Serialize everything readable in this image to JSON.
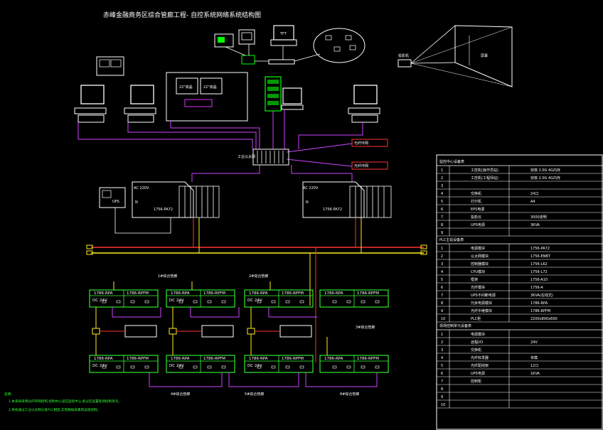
{
  "drawing": {
    "title": "赤峰金融商务区综合管廊工程- 自控系统网络系统结构图"
  },
  "labels": {
    "tft": "TFT",
    "projector": "投影机",
    "screen": "屏幕",
    "ups": "UPS",
    "ac_left": "AC 220V",
    "ac_right": "AC 220V",
    "ac_n_left": "N",
    "ac_n_right": "N",
    "plc_left": "1756-PA72",
    "plc_right": "1756-PA72",
    "switch": "工业以太网",
    "monitor_a": "22\"液晶",
    "monitor_b": "22\"液晶",
    "fiber_top": "光纤环网",
    "fiber_mid": "光纤环网"
  },
  "sections": {
    "s1": "1#综合管廊",
    "s2": "2#综合管廊",
    "s3": "3#综合管廊",
    "s4": "4#综合管廊",
    "s5": "5#综合管廊",
    "s6": "6#综合管廊"
  },
  "io_top": [
    {
      "left": "1786-RPA",
      "right": "1786-RPFM",
      "dc": "DC 24V"
    },
    {
      "left": "1786-RPA",
      "right": "1786-RPFM",
      "dc": "DC 24V"
    },
    {
      "left": "1786-RPA",
      "right": "1786-RPFM",
      "dc": "DC 24V"
    },
    {
      "left": "1786-RPA",
      "right": "1786-RPFM",
      "dc": ""
    }
  ],
  "io_bottom": [
    {
      "left": "1786-RPA",
      "right": "1786-RPFM",
      "dc": "DC 24V"
    },
    {
      "left": "1786-RPA",
      "right": "1786-RPFM",
      "dc": "DC 24V"
    },
    {
      "left": "1786-RPA",
      "right": "1786-RPFM",
      "dc": "DC 24V"
    },
    {
      "left": "1786-RPA",
      "right": "1786-RPFM",
      "dc": ""
    }
  ],
  "notes": {
    "heading": "说明:",
    "lines": [
      "1.本系统采用光纤环网结构,控制中心设在监控中心,各分区设置现场控制单元。",
      "2.系统通过工业以太网与各PLC相连,实现数据采集和远程控制。"
    ]
  },
  "table": {
    "section1_title": "监控中心设备表",
    "section1_rows": [
      [
        "1",
        "工控机(操作员站)",
        "双核 2.0G 4G内存"
      ],
      [
        "2",
        "工控机(工程师站)",
        "双核 2.0G 4G内存"
      ],
      [
        "3",
        "",
        ""
      ],
      [
        "4",
        "交换机",
        "24口"
      ],
      [
        "5",
        "打印机",
        "A4"
      ],
      [
        "6",
        "EPS电源",
        ""
      ],
      [
        "7",
        "投影仪",
        "3000流明"
      ],
      [
        "8",
        "UPS电源",
        "3KVA"
      ],
      [
        "9",
        "",
        ""
      ]
    ],
    "section2_title": "PLC主站设备表",
    "section2_rows": [
      [
        "1",
        "电源模块",
        "1756-PA72"
      ],
      [
        "2",
        "以太网模块",
        "1756-ENBT"
      ],
      [
        "3",
        "控制器模块",
        "1756-L62"
      ],
      [
        "4",
        "CPU模块",
        "1756-L72"
      ],
      [
        "5",
        "框架",
        "1756-A10"
      ],
      [
        "6",
        "光纤模块",
        "1756-A"
      ],
      [
        "7",
        "UPS不间断电源",
        "3KVA(在线式)"
      ],
      [
        "8",
        "冗余电源模块",
        "1786-RPA"
      ],
      [
        "9",
        "光纤中继模块",
        "1786-RPFM"
      ],
      [
        "10",
        "PLC柜",
        "2200x800x600"
      ]
    ],
    "section3_title": "现场控制单元设备表",
    "section3_rows": [
      [
        "1",
        "电源模块",
        ""
      ],
      [
        "2",
        "远程I/O",
        "24V"
      ],
      [
        "3",
        "交换机",
        ""
      ],
      [
        "4",
        "光纤收发器",
        "单模"
      ],
      [
        "5",
        "光纤配线架",
        "12口"
      ],
      [
        "6",
        "UPS电源",
        "1KVA"
      ],
      [
        "7",
        "控制柜",
        ""
      ],
      [
        "8",
        "",
        ""
      ],
      [
        "9",
        "",
        ""
      ],
      [
        "10",
        "",
        ""
      ]
    ]
  }
}
